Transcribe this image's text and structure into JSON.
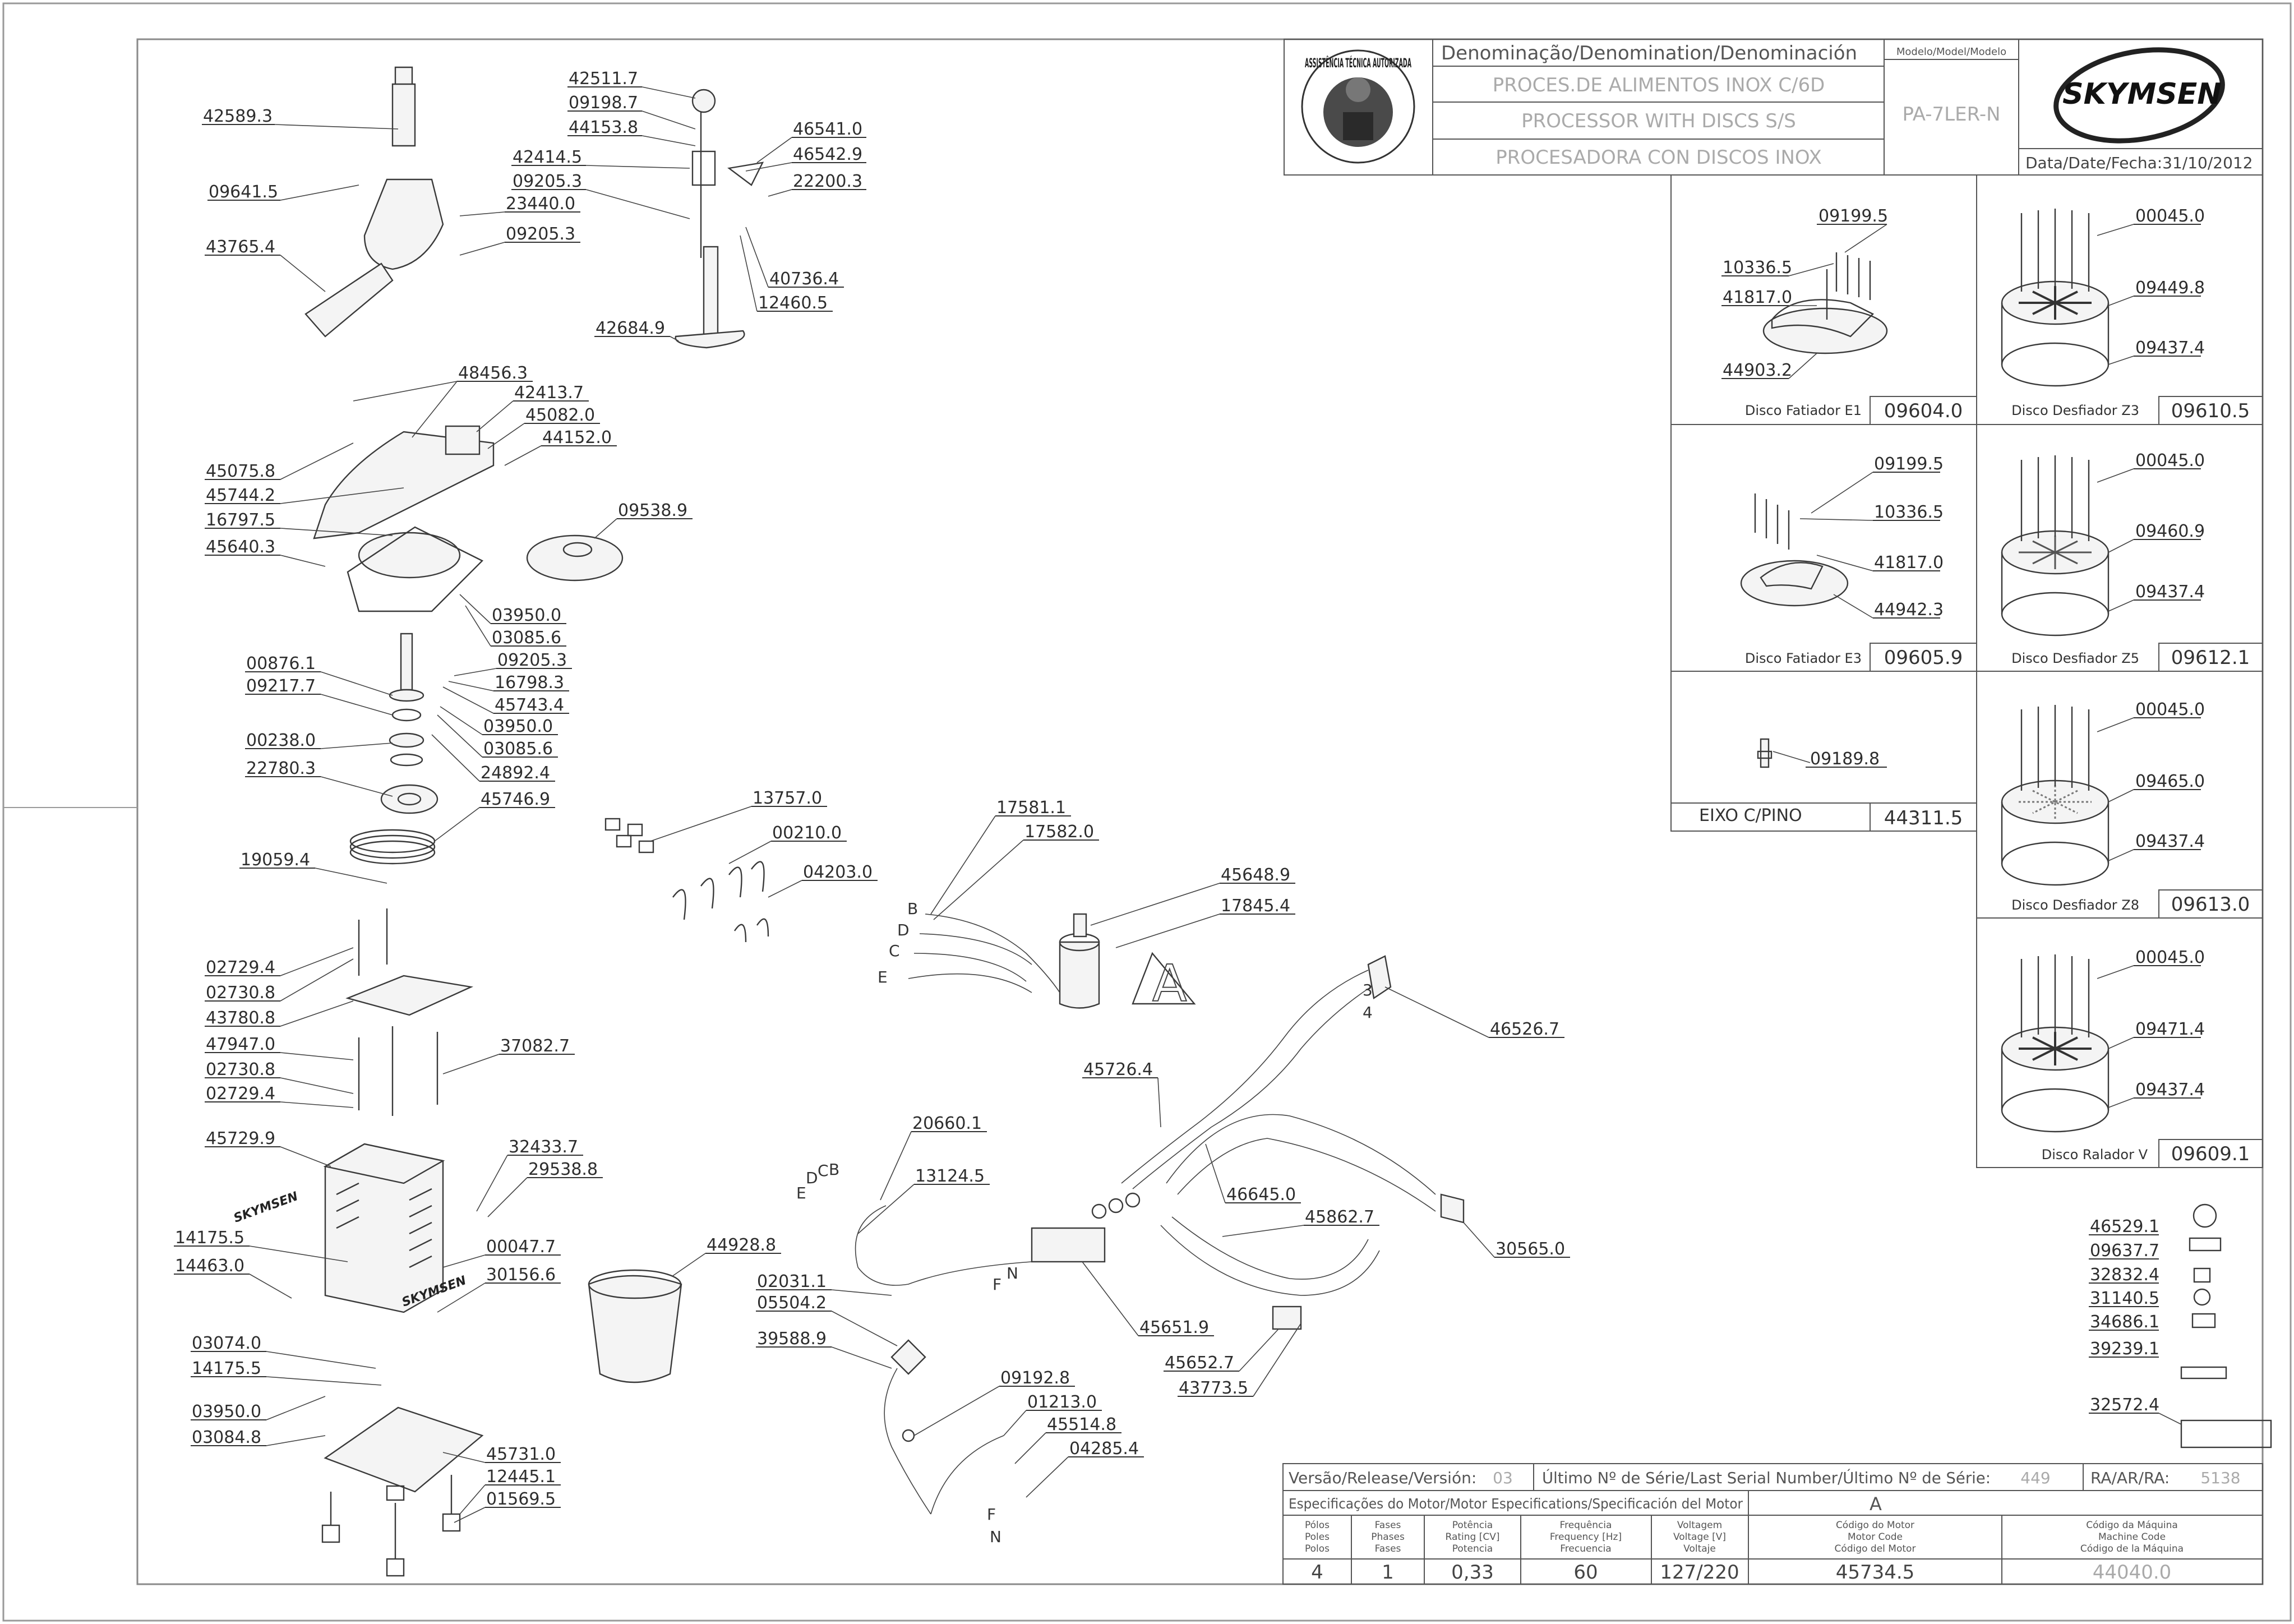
{
  "title_block": {
    "denomination_header": "Denominação/Denomination/Denominación",
    "denomination_pt": "PROCES.DE ALIMENTOS INOX C/6D",
    "denomination_en": "PROCESSOR WITH DISCS S/S",
    "denomination_es": "PROCESADORA CON DISCOS INOX",
    "model_header": "Modelo/Model/Modelo",
    "model_value": "PA-7LER-N",
    "brand": "SKYMSEN",
    "date_text": "Data/Date/Fecha:31/10/2012",
    "seal_text": "ASSISTÊNCIA TÉCNICA AUTORIZADA"
  },
  "release_block": {
    "release_label": "Versão/Release/Versión:",
    "release_value": "03",
    "serial_label": "Último Nº de Série/Last Serial Number/Último Nº de Série:",
    "serial_value": "449",
    "ra_label": "RA/AR/RA:",
    "ra_value": "5138",
    "motor_spec_label": "Especificações do Motor/Motor Especifications/Specificación del Motor",
    "motor_letter": "A",
    "col_poles": [
      "Pólos",
      "Poles",
      "Polos"
    ],
    "col_phases": [
      "Fases",
      "Phases",
      "Fases"
    ],
    "col_power": [
      "Potência",
      "Rating [CV]",
      "Potencia"
    ],
    "col_freq": [
      "Frequência",
      "Frequency [Hz]",
      "Frecuencia"
    ],
    "col_voltage": [
      "Voltagem",
      "Voltage [V]",
      "Voltaje"
    ],
    "col_motor_code": [
      "Código do Motor",
      "Motor Code",
      "Código del Motor"
    ],
    "col_machine_code": [
      "Código da Máquina",
      "Machine Code",
      "Código de la Máquina"
    ],
    "val_poles": "4",
    "val_phases": "1",
    "val_power": "0,33",
    "val_freq": "60",
    "val_voltage": "127/220",
    "val_motor_code": "45734.5",
    "val_machine_code": "44040.0"
  },
  "discs": [
    {
      "caption": "Disco Fatiador E1",
      "code": "09604.0",
      "parts": [
        "09199.5",
        "10336.5",
        "41817.0",
        "44903.2"
      ]
    },
    {
      "caption": "Disco Desfiador Z3",
      "code": "09610.5",
      "parts": [
        "00045.0",
        "09449.8",
        "09437.4"
      ]
    },
    {
      "caption": "Disco Fatiador E3",
      "code": "09605.9",
      "parts": [
        "09199.5",
        "10336.5",
        "41817.0",
        "44942.3"
      ]
    },
    {
      "caption": "Disco Desfiador Z5",
      "code": "09612.1",
      "parts": [
        "00045.0",
        "09460.9",
        "09437.4"
      ]
    },
    {
      "caption": "EIXO C/PINO",
      "code": "44311.5",
      "parts": [
        "09189.8"
      ]
    },
    {
      "caption": "Disco Desfiador Z8",
      "code": "09613.0",
      "parts": [
        "00045.0",
        "09465.0",
        "09437.4"
      ]
    },
    {
      "caption": "Disco Ralador V",
      "code": "09609.1",
      "parts": [
        "00045.0",
        "09471.4",
        "09437.4"
      ]
    }
  ],
  "labels_list": [
    "46529.1",
    "09637.7",
    "32832.4",
    "31140.5",
    "34686.1",
    "39239.1",
    "32572.4"
  ],
  "parts_main": [
    "42589.3",
    "09641.5",
    "43765.4",
    "42511.7",
    "09198.7",
    "44153.8",
    "42414.5",
    "09205.3",
    "23440.0",
    "09205.3",
    "46541.0",
    "46542.9",
    "22200.3",
    "40736.4",
    "12460.5",
    "42684.9",
    "48456.3",
    "42413.7",
    "45082.0",
    "44152.0",
    "45075.8",
    "45744.2",
    "16797.5",
    "45640.3",
    "09538.9",
    "03950.0",
    "03085.6",
    "00876.1",
    "09217.7",
    "09205.3",
    "16798.3",
    "45743.4",
    "03950.0",
    "03085.6",
    "00238.0",
    "24892.4",
    "22780.3",
    "45746.9",
    "19059.4",
    "02729.4",
    "02730.8",
    "43780.8",
    "47947.0",
    "02730.8",
    "02729.4",
    "37082.7",
    "45729.9",
    "32433.7",
    "29538.8",
    "14175.5",
    "14463.0",
    "00047.7",
    "30156.6",
    "03074.0",
    "14175.5",
    "03950.0",
    "03084.8",
    "45731.0",
    "12445.1",
    "01569.5",
    "13757.0",
    "00210.0",
    "04203.0",
    "44928.8",
    "17581.1",
    "17582.0",
    "45648.9",
    "17845.4",
    "46526.7",
    "45726.4",
    "20660.1",
    "13124.5",
    "46645.0",
    "45862.7",
    "30565.0",
    "02031.1",
    "05504.2",
    "39588.9",
    "45651.9",
    "45652.7",
    "43773.5",
    "09192.8",
    "01213.0",
    "45514.8",
    "04285.4"
  ],
  "wire_letters": [
    "B",
    "D",
    "C",
    "E",
    "A",
    "F",
    "N",
    "E",
    "D",
    "C",
    "B",
    "F",
    "N"
  ],
  "connector_numbers": [
    "3",
    "4"
  ]
}
